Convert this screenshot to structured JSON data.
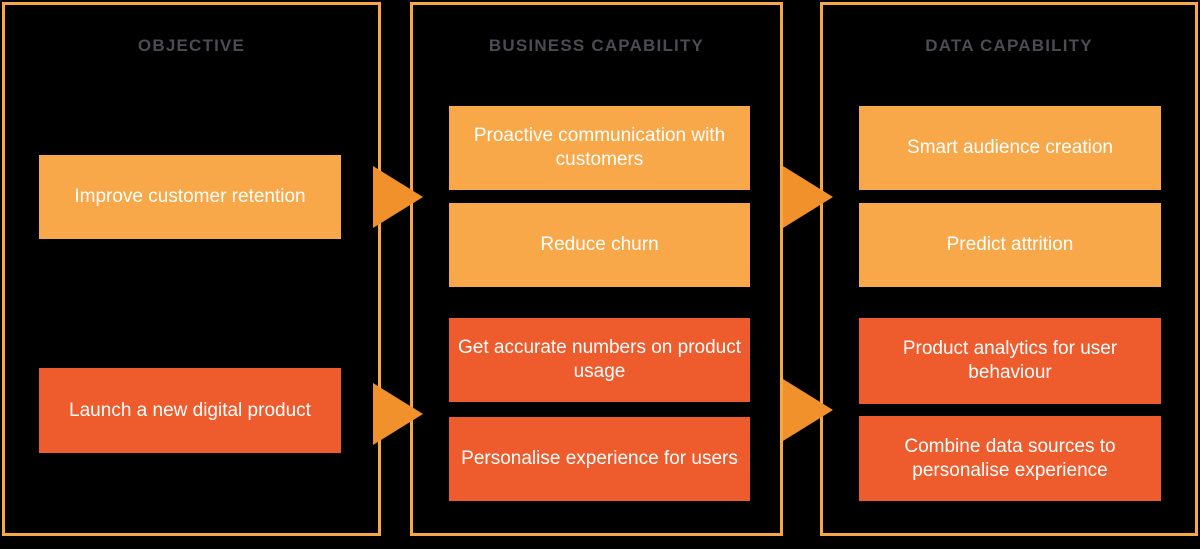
{
  "palette": {
    "background": "#000000",
    "border": "#F8A747",
    "light": "#F8A848",
    "dark": "#EE5B2C",
    "arrow": "#F0912C",
    "header_text": "#4B4B52",
    "box_text": "#FFFFFF"
  },
  "columns": [
    {
      "header": "OBJECTIVE",
      "boxes": [
        {
          "label": "Improve customer retention",
          "tone": "light"
        },
        {
          "label": "Launch a new digital product",
          "tone": "dark"
        }
      ]
    },
    {
      "header": "BUSINESS CAPABILITY",
      "boxes": [
        {
          "label": "Proactive communication with customers",
          "tone": "light"
        },
        {
          "label": "Reduce churn",
          "tone": "light"
        },
        {
          "label": "Get accurate numbers on product usage",
          "tone": "dark"
        },
        {
          "label": "Personalise experience for users",
          "tone": "dark"
        }
      ]
    },
    {
      "header": "DATA CAPABILITY",
      "boxes": [
        {
          "label": "Smart audience creation",
          "tone": "light"
        },
        {
          "label": "Predict attrition",
          "tone": "light"
        },
        {
          "label": "Product analytics for user behaviour",
          "tone": "dark"
        },
        {
          "label": "Combine data sources to personalise experience",
          "tone": "dark"
        }
      ]
    }
  ]
}
